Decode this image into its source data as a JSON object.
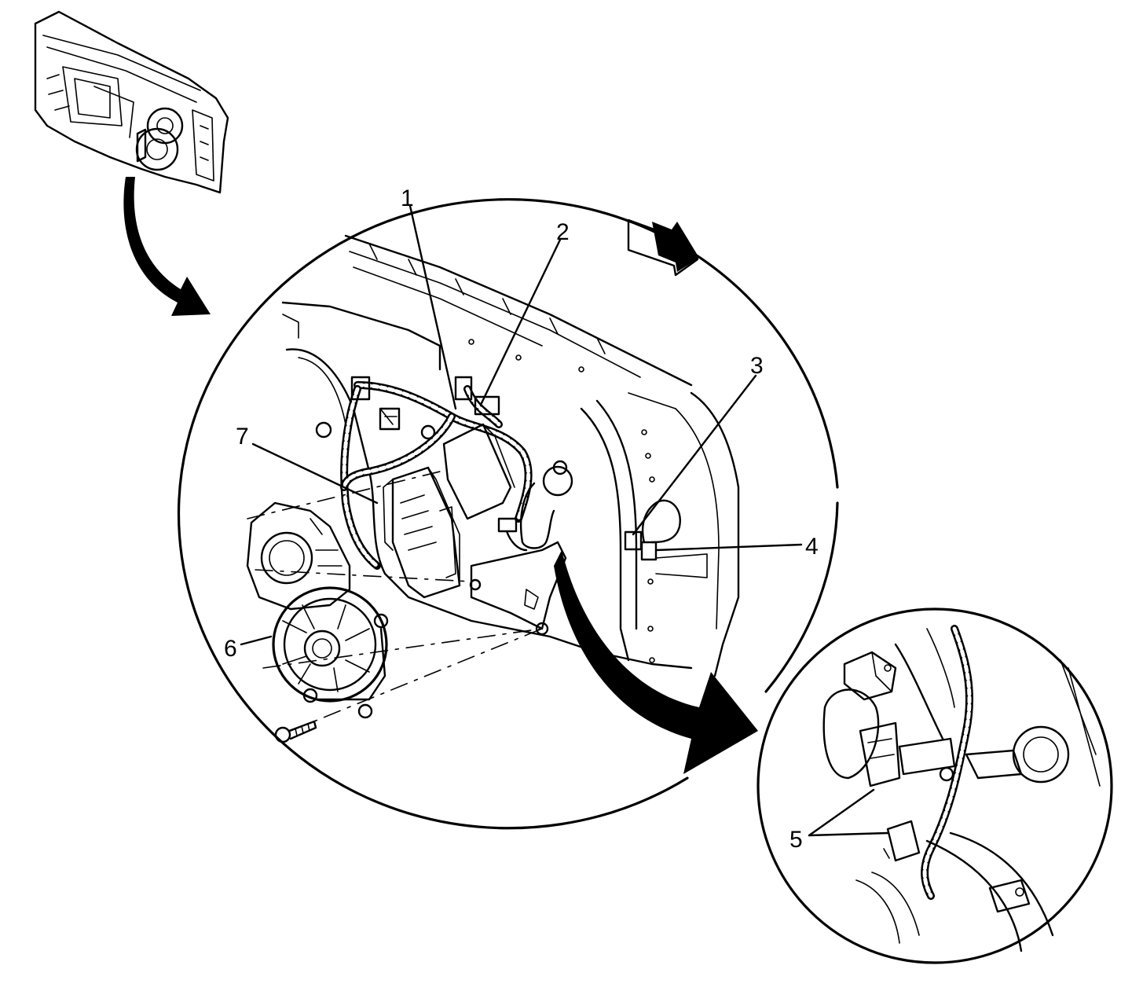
{
  "callouts": [
    {
      "id": "1",
      "label": "1"
    },
    {
      "id": "2",
      "label": "2"
    },
    {
      "id": "3",
      "label": "3"
    },
    {
      "id": "4",
      "label": "4"
    },
    {
      "id": "5",
      "label": "5"
    },
    {
      "id": "6",
      "label": "6"
    },
    {
      "id": "7",
      "label": "7"
    }
  ],
  "colors": {
    "ink": "#000000",
    "background": "#ffffff"
  },
  "icons": [
    "curved-arrow-icon",
    "forward-direction-arrow-icon",
    "screw-icon"
  ]
}
